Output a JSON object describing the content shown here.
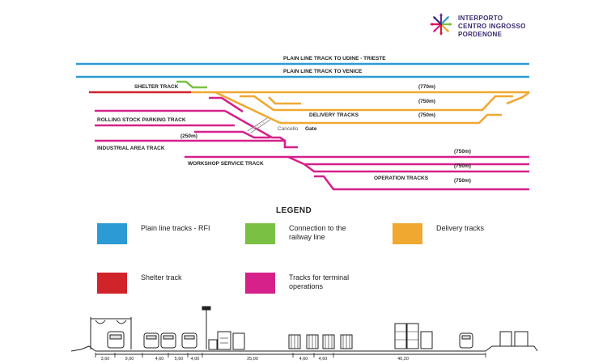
{
  "brand": {
    "logo": "interporto-star-logo",
    "line1": "INTERPORTO",
    "line2": "CENTRO INGROSSO",
    "line3": "PORDENONE"
  },
  "colors": {
    "rfi": "#2c9ad4",
    "connection": "#7ac143",
    "delivery": "#f0a830",
    "shelter": "#d0232a",
    "terminal": "#d6218a"
  },
  "tracks": {
    "udine": "PLAIN LINE TRACK TO UDINE - TRIESTE",
    "venice": "PLAIN LINE TRACK TO VENICE",
    "shelter": "SHELTER TRACK",
    "rolling": "ROLLING STOCK PARKING TRACK",
    "delivery": "DELIVERY TRACKS",
    "industrial": "INDUSTRIAL AREA TRACK",
    "workshop": "WORKSHOP SERVICE TRACK",
    "operation": "OPERATION TRACKS",
    "cancello": "Cancello",
    "gate": "Gate"
  },
  "lengths": {
    "l770": "(770m)",
    "l750a": "(750m)",
    "l750b": "(750m)",
    "l250": "(250m)",
    "l750c": "(750m)",
    "l750d": "(750m)",
    "l750e": "(750m)"
  },
  "legend": {
    "title": "LEGEND",
    "rfi": "Plain line tracks - RFI",
    "connection": "Connection to the railway line",
    "delivery": "Delivery tracks",
    "shelter": "Shelter track",
    "terminal": "Tracks for terminal operations"
  },
  "section_dims": [
    "3,60",
    "9,00",
    "4,60",
    "5,60",
    "4,00",
    "25,00",
    "4,60",
    "4,60",
    "40,20"
  ]
}
